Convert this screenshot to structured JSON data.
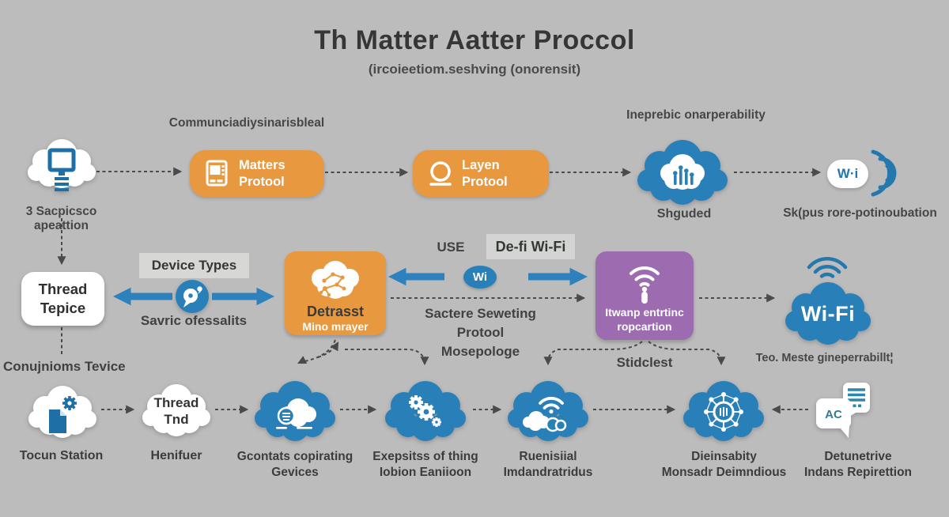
{
  "title": "Th Matter Aatter Proccol",
  "subtitle": "(ircoieetiom.seshving (onorensit)",
  "colors": {
    "background": "#bcbcbc",
    "accent_orange": "#e8983f",
    "accent_blue": "#2980b9",
    "accent_purple": "#9d6cb0",
    "text_dark": "#3a3a3a",
    "connector_gray": "#4a4a4a"
  },
  "row1": {
    "label_left": "Communciadiysinarisbleal",
    "label_right": "Ineprebic onarperability",
    "cloud_monitor_caption": "3 Sacpicsco apeattion",
    "matters_box": {
      "l1": "Matters",
      "l2": "Protool"
    },
    "layen_box": {
      "l1": "Layen",
      "l2": "Protool"
    },
    "shguded_caption": "Shguded",
    "wifi_pill_text": "W·i",
    "wifi_caption": "Sk(pus rore-potinoubation"
  },
  "row2": {
    "device_types_label": "Device Types",
    "thread_box": {
      "l1": "Thread",
      "l2": "Tepice"
    },
    "service_caption": "Savric ofessalits",
    "conujnioms_caption": "Conujnioms Tevice",
    "use_label": "USE",
    "defi_label": "De-fi Wi-Fi",
    "wi_badge": "Wi",
    "detrasst_box": {
      "l1": "Detrasst",
      "l2": "Mino mrayer"
    },
    "center_text": {
      "l1": "Sactere Seweting",
      "l2": "Protool",
      "l3": "Mosepologe"
    },
    "purple_box": {
      "l1": "Itwanp entrtinc",
      "l2": "ropcartion"
    },
    "stidclest_label": "Stidclest",
    "wifi_cloud_text": "Wi-Fi",
    "wifi_cloud_caption": "Teo. Meste gineperrabillt¦"
  },
  "row3": {
    "c1": {
      "caption1": "Tocun Station"
    },
    "c2": {
      "cloud_l1": "Thread",
      "cloud_l2": "Tnd",
      "caption1": "Henifuer"
    },
    "c3": {
      "caption1": "Gcontats copirating",
      "caption2": "Gevices"
    },
    "c4": {
      "caption1": "Exepsitss of thing",
      "caption2": "Iobion Eaniioon"
    },
    "c5": {
      "caption1": "Ruenisiial",
      "caption2": "Imdandratridus"
    },
    "c6": {
      "caption1": "Dieinsabity",
      "caption2": "Monsadr Deimndious"
    },
    "c7": {
      "bubble_text": "AC",
      "caption1": "Detunetrive",
      "caption2": "Indans Repirettion"
    }
  }
}
